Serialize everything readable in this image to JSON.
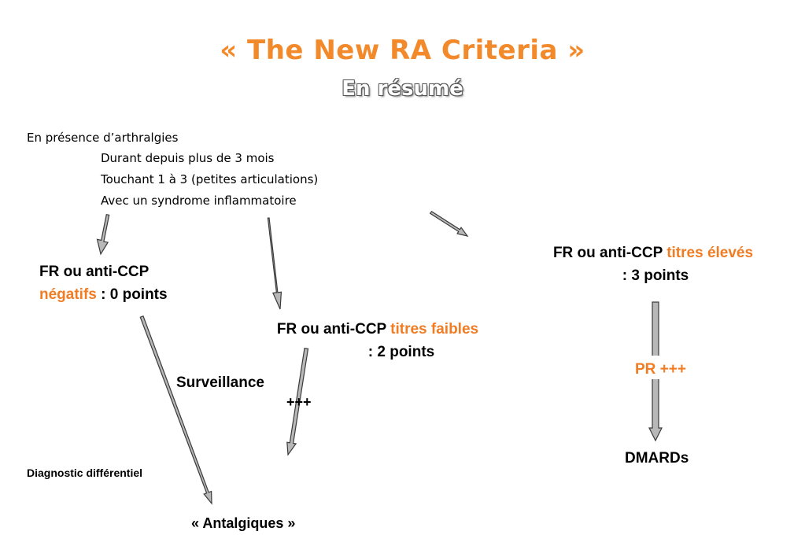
{
  "title": "« The New RA Criteria »",
  "subtitle": "En résumé",
  "conditions": {
    "heading": "En présence d’arthralgies",
    "items": [
      "Durant depuis plus de 3 mois",
      "Touchant 1 à 3 (petites articulations)",
      "Avec un syndrome inflammatoire"
    ]
  },
  "negative": {
    "line1": "FR ou anti-CCP",
    "highlight": "négatifs",
    "points": " : 0 points"
  },
  "low": {
    "line1": "FR ou anti-CCP ",
    "highlight": "titres faibles",
    "points": ": 2 points"
  },
  "high": {
    "line1": "FR ou anti-CCP ",
    "highlight": "titres élevés",
    "points": ": 3 points"
  },
  "surveillance": {
    "label": "Surveillance",
    "plus": "+++"
  },
  "pr": {
    "label": "PR",
    "plus": " +++"
  },
  "differential": "Diagnostic différentiel",
  "antalgiques": "« Antalgiques »",
  "dmards": "DMARDs",
  "colors": {
    "title": "#F28A2C",
    "highlight": "#F07C24",
    "arrow_fill": "#B8B8B8",
    "arrow_stroke": "#3a3a3a"
  }
}
